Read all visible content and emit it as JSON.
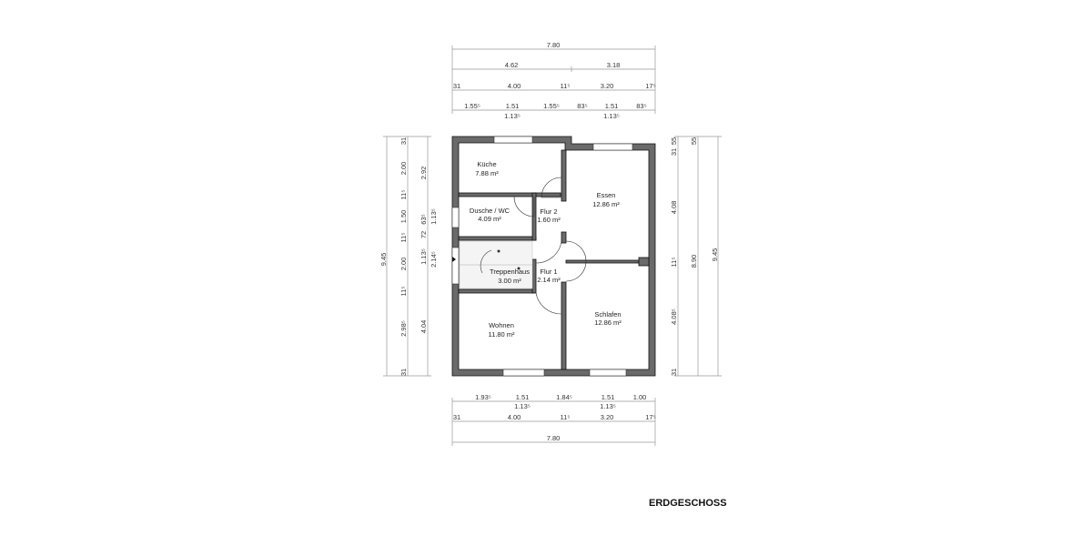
{
  "title": "ERDGESCHOSS",
  "rooms": {
    "kueche": {
      "name": "Küche",
      "area": "7.88 m²"
    },
    "dusche": {
      "name": "Dusche / WC",
      "area": "4.09 m²"
    },
    "flur2": {
      "name": "Flur 2",
      "area": "1.60 m²"
    },
    "essen": {
      "name": "Essen",
      "area": "12.86 m²"
    },
    "treppenhaus": {
      "name": "Treppenhaus",
      "area": "3.00 m²"
    },
    "flur1": {
      "name": "Flur 1",
      "area": "2.14 m²"
    },
    "wohnen": {
      "name": "Wohnen",
      "area": "11.80 m²"
    },
    "schlafen": {
      "name": "Schlafen",
      "area": "12.86 m²"
    }
  },
  "dims_top": {
    "total": "7.80",
    "split": [
      "4.62",
      "3.18"
    ],
    "walls": [
      "31",
      "4.00",
      "11⁵",
      "3.20",
      "17⁵"
    ],
    "openings": [
      "1.55⁵",
      "1.51",
      "1.55⁵",
      "83⁵",
      "1.51",
      "83⁵"
    ],
    "heights": [
      "1.13⁵",
      "1.13⁵"
    ]
  },
  "dims_bottom": {
    "openings": [
      "1.93⁵",
      "1.51",
      "1.84⁵",
      "1.51",
      "1.00"
    ],
    "heights": [
      "1.13⁵",
      "1.13⁵"
    ],
    "walls": [
      "31",
      "4.00",
      "11⁵",
      "3.20",
      "17⁵"
    ],
    "total": "7.80"
  },
  "dims_left": {
    "total": "9.45",
    "walls": [
      "31",
      "2.00",
      "11⁵",
      "1.50",
      "11⁵",
      "2.00",
      "11⁵",
      "2.98⁵",
      "31"
    ],
    "openings": [
      "2.92",
      "63⁵",
      "72",
      "1.13⁵",
      "4.04"
    ],
    "heights": [
      "1.13⁵",
      "2.14⁵"
    ]
  },
  "dims_right": {
    "walls": [
      "55",
      "31",
      "4.08",
      "11⁵",
      "4.08⁵",
      "31"
    ],
    "mid": [
      "55",
      "8.90"
    ],
    "total": "9.45"
  }
}
